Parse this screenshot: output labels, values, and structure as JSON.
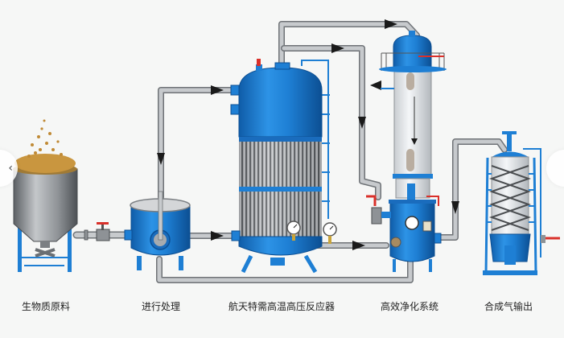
{
  "diagram": {
    "type": "process-flow",
    "colors": {
      "vessel_blue": "#1e7fd4",
      "vessel_blue_dark": "#0f5ca8",
      "pipe_gray": "#b9bcbf",
      "pipe_outline": "#6f7377",
      "steel_gray": "#8e9296",
      "valve_red": "#d9302a",
      "biomass": "#c9963f",
      "arrow": "#1a1a1a",
      "label_text": "#222222"
    },
    "stages": [
      {
        "id": "biomass",
        "label": "生物质原料"
      },
      {
        "id": "pretreatment",
        "label": "进行处理"
      },
      {
        "id": "reactor",
        "label": "航天特需高温高压反应器"
      },
      {
        "id": "purification",
        "label": "高效净化系统"
      },
      {
        "id": "syngas",
        "label": "合成气输出"
      }
    ]
  },
  "nav": {
    "prev_icon": "chevron-left-icon",
    "prev_glyph": "‹",
    "next_icon": "chevron-right-icon",
    "next_glyph": ""
  }
}
